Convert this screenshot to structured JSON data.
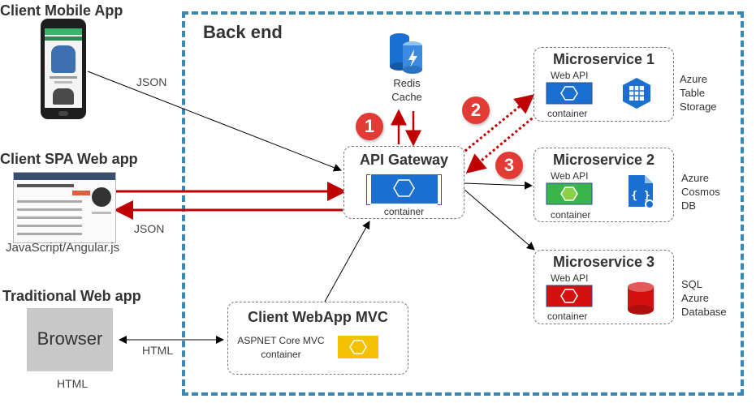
{
  "clients": {
    "mobile": {
      "title": "Client Mobile App"
    },
    "spa": {
      "title": "Client SPA Web app",
      "subtitle": "JavaScript/Angular.js"
    },
    "traditional": {
      "title": "Traditional Web app",
      "browser_label": "Browser",
      "caption": "HTML"
    }
  },
  "edges": {
    "json_mobile": "JSON",
    "json_spa": "JSON",
    "html_browser": "HTML"
  },
  "backend": {
    "title": "Back end",
    "redis": {
      "line1": "Redis",
      "line2": "Cache"
    },
    "gateway": {
      "title": "API Gateway",
      "container": "container"
    },
    "badges": [
      "1",
      "2",
      "3"
    ],
    "mvc": {
      "title": "Client WebApp MVC",
      "line1": "ASPNET Core MVC",
      "line2": "container"
    },
    "microservices": [
      {
        "title": "Microservice 1",
        "api": "Web API",
        "container": "container",
        "store": [
          "Azure",
          "Table",
          "Storage"
        ],
        "color": "#1a6fd1"
      },
      {
        "title": "Microservice 2",
        "api": "Web API",
        "container": "container",
        "store": [
          "Azure",
          "Cosmos",
          "DB"
        ],
        "color": "#3ab54a"
      },
      {
        "title": "Microservice 3",
        "api": "Web API",
        "container": "container",
        "store": [
          "SQL",
          "Azure",
          "Database"
        ],
        "color": "#d21010"
      }
    ]
  },
  "colors": {
    "accent_red": "#c00000",
    "backend_border": "#3a88b5",
    "azure_blue": "#1a6fd1",
    "mvc_yellow": "#f5c000"
  }
}
